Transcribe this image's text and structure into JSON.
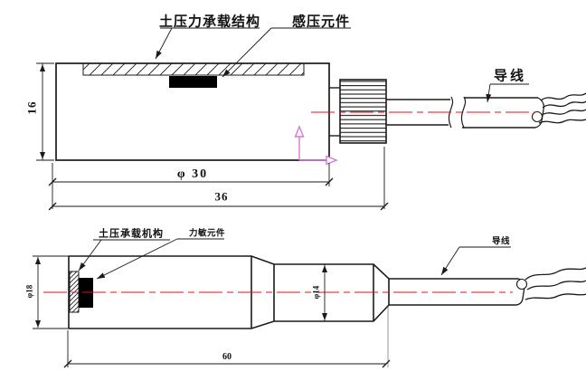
{
  "top_view": {
    "labels": {
      "bearing_structure": "土压力承载结构",
      "pressure_element": "感压元件",
      "wire": "导线"
    },
    "dimensions": {
      "height": "16",
      "diameter": "φ 30",
      "length": "36"
    }
  },
  "bottom_view": {
    "labels": {
      "bearing_mechanism": "土压承载机构",
      "force_element": "力敏元件",
      "wire": "导线"
    },
    "dimensions": {
      "outer_diameter": "φ18",
      "inner_diameter": "φ14",
      "length": "60"
    }
  },
  "colors": {
    "line": "#1a1a1a",
    "centerline_red": "#e81010",
    "axis_marker_pink": "#d678d6",
    "extension_gray": "#8f8f8f",
    "element_fill": "#000000",
    "background": "#ffffff"
  }
}
